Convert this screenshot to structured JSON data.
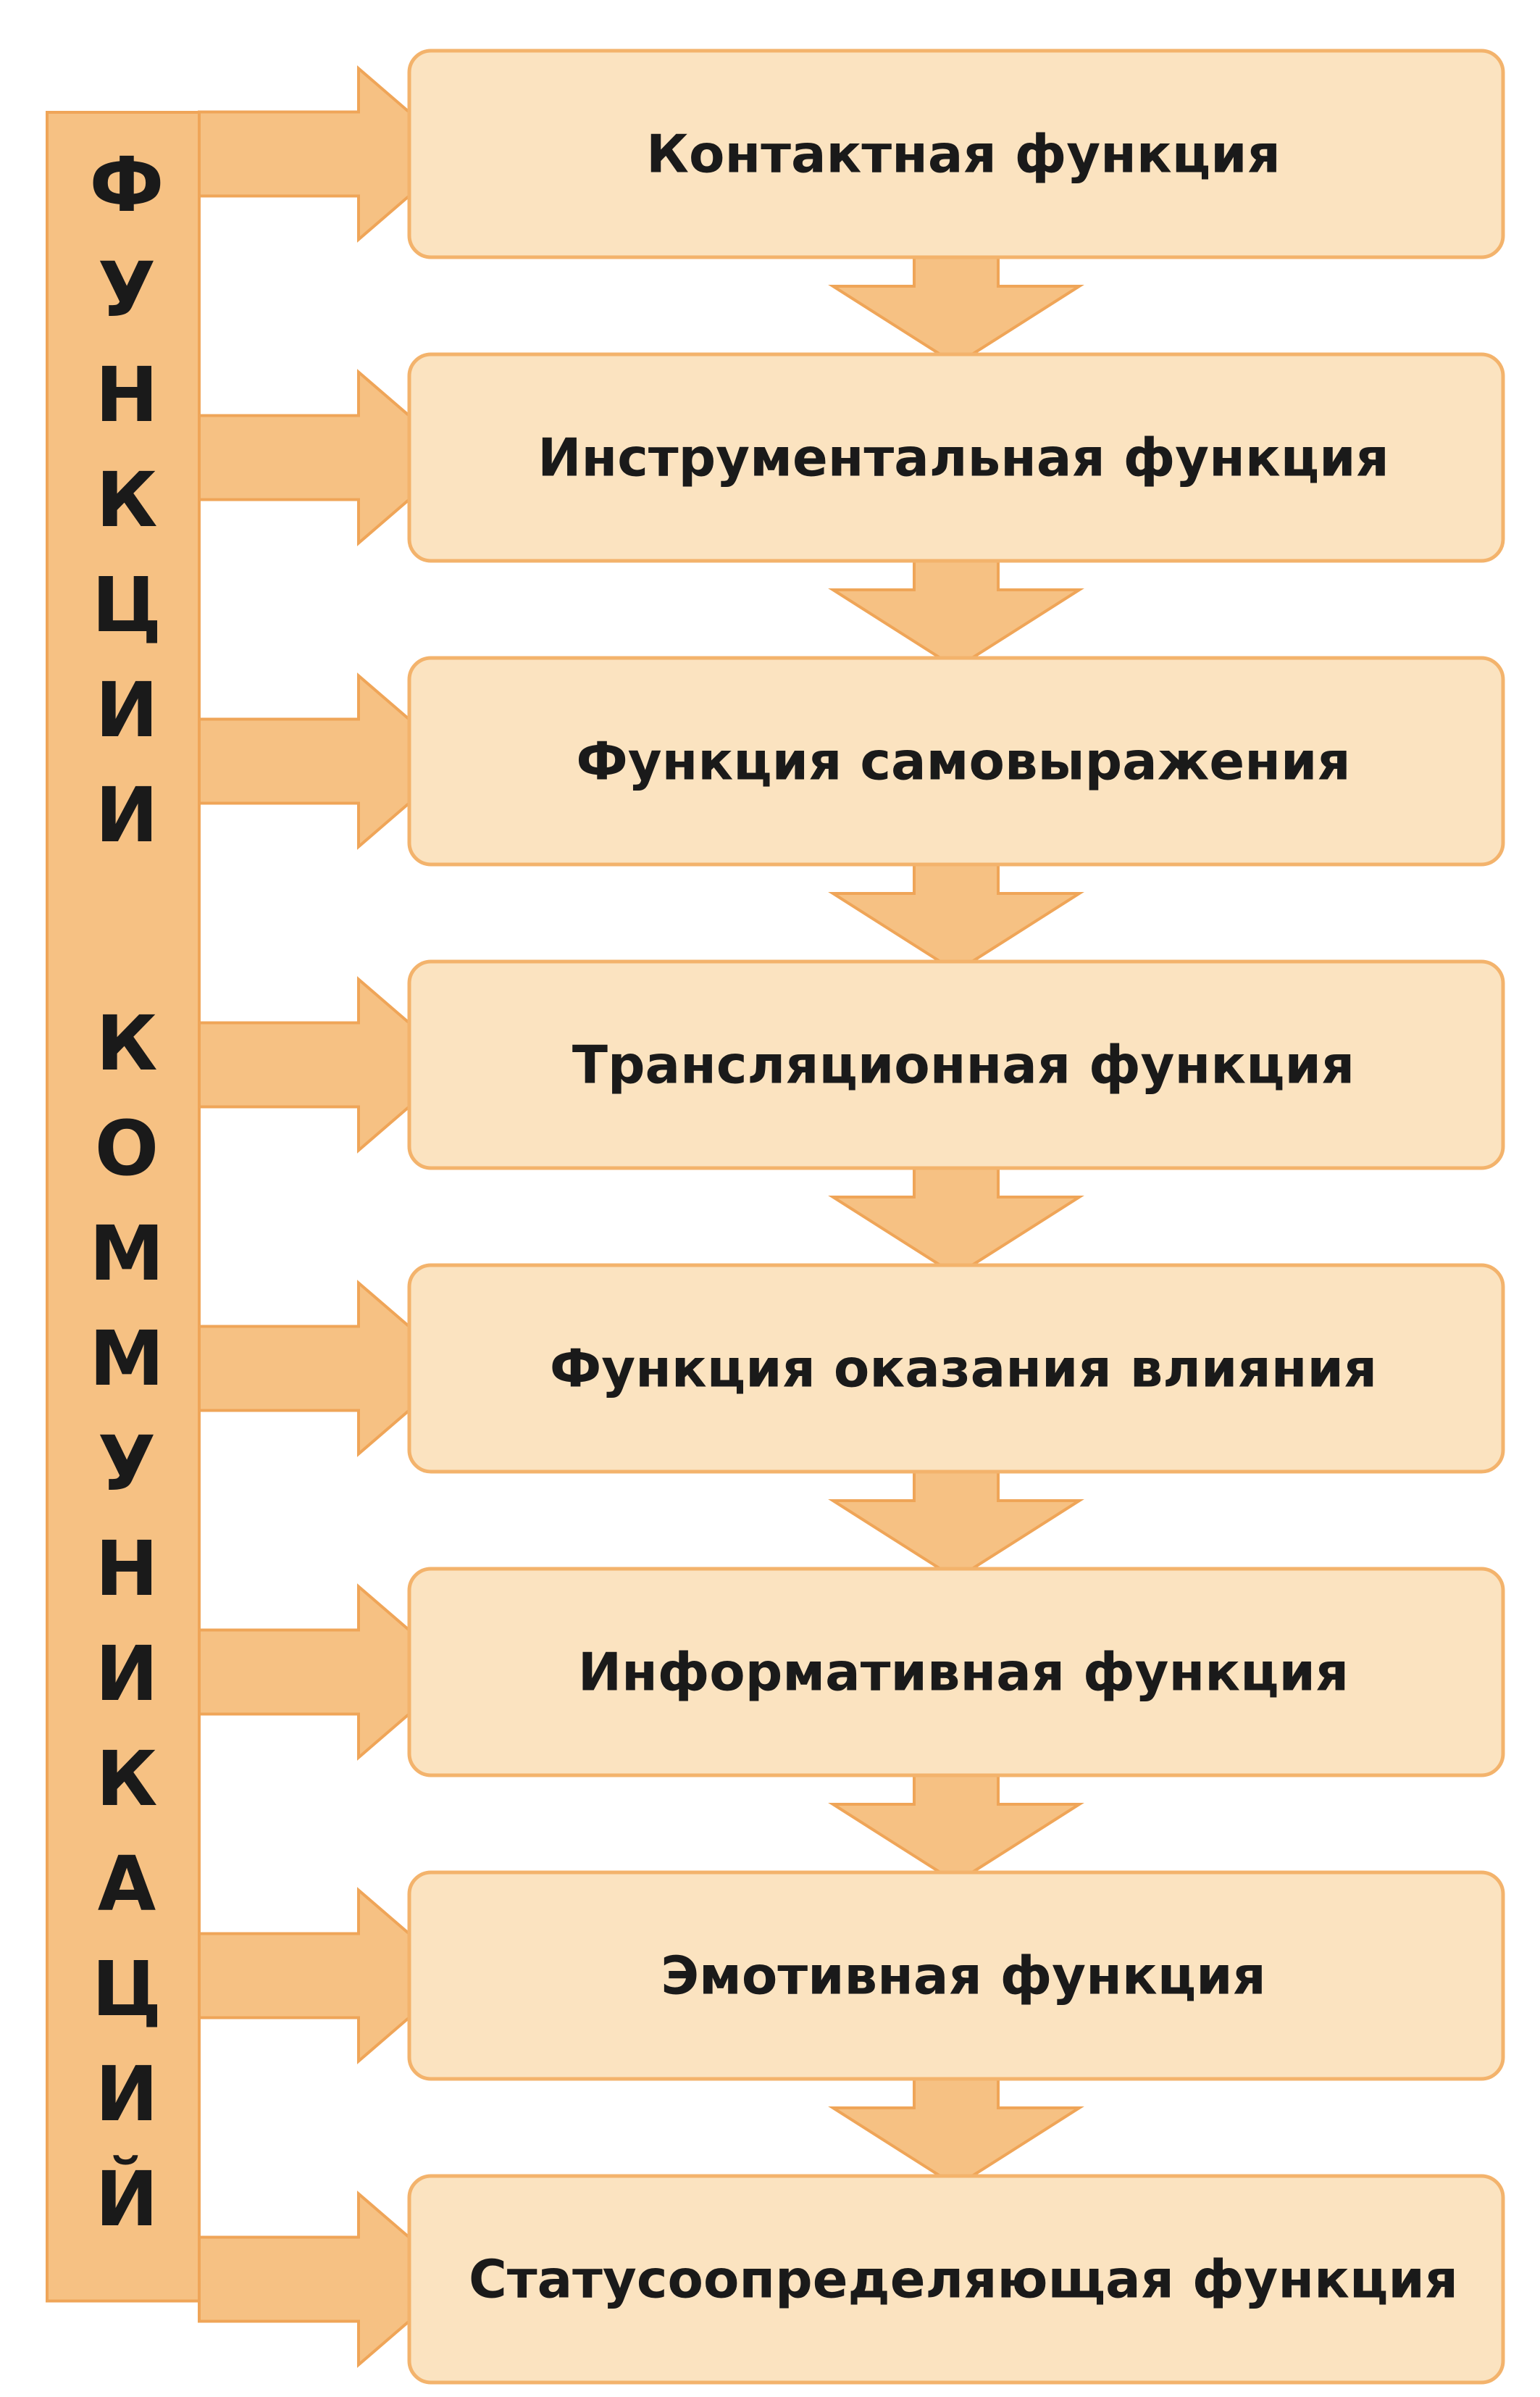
{
  "colors": {
    "box_fill": "#fbe3c0",
    "box_stroke": "#f3b36c",
    "arrow_fill": "#f6c183",
    "arrow_stroke": "#efa558",
    "text": "#1a1a1a"
  },
  "vertical_title": {
    "word1": [
      "Ф",
      "У",
      "Н",
      "К",
      "Ц",
      "И",
      "И"
    ],
    "word2": [
      "К",
      "О",
      "М",
      "М",
      "У",
      "Н",
      "И",
      "К",
      "А",
      "Ц",
      "И",
      "Й"
    ]
  },
  "functions": [
    "Контактная функция",
    "Инструментальная функция",
    "Функция самовыражения",
    "Трансляционная функция",
    "Функция оказания влияния",
    "Информативная функция",
    "Эмотивная функция",
    "Статусоопределяющая функция"
  ]
}
